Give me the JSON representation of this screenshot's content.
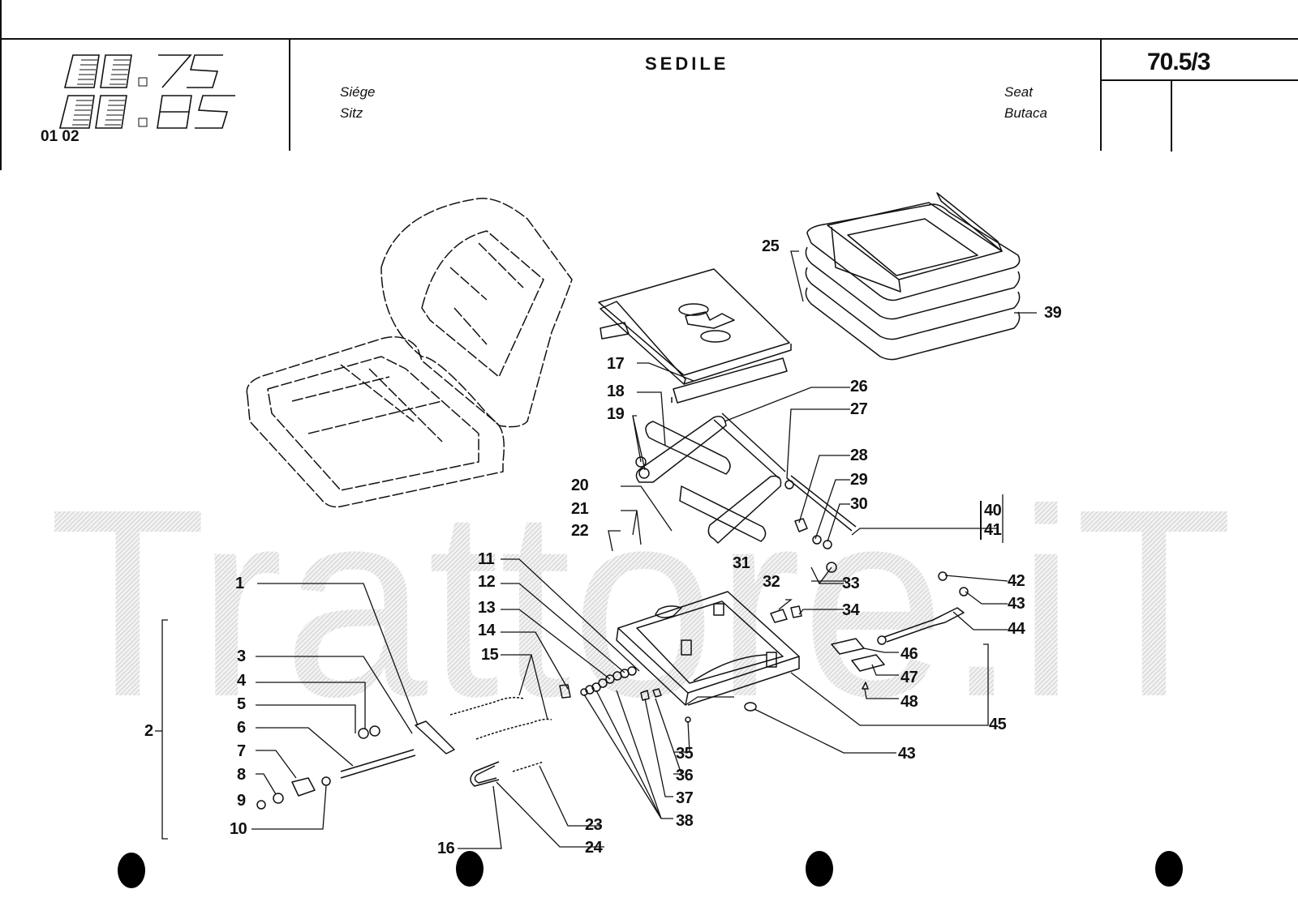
{
  "header": {
    "model_logo": {
      "rows": [
        {
          "series": "80",
          "model": "75"
        },
        {
          "series": "80",
          "model": "85"
        }
      ],
      "variant_codes": "01 02"
    },
    "title": "SEDILE",
    "translations": {
      "french": "Siége",
      "german": "Sitz",
      "english": "Seat",
      "spanish": "Butaca"
    },
    "page_number": "70.5/3"
  },
  "watermark": "Trattore.iT",
  "diagram": {
    "description": "Exploded view of tractor seat assembly",
    "callouts": [
      "1",
      "2",
      "3",
      "4",
      "5",
      "6",
      "7",
      "8",
      "9",
      "10",
      "11",
      "12",
      "13",
      "14",
      "15",
      "16",
      "17",
      "18",
      "19",
      "20",
      "21",
      "22",
      "23",
      "24",
      "25",
      "26",
      "27",
      "28",
      "29",
      "30",
      "31",
      "32",
      "33",
      "34",
      "35",
      "36",
      "37",
      "38",
      "39",
      "40",
      "41",
      "42",
      "43",
      "44",
      "45",
      "46",
      "47",
      "48",
      "43"
    ]
  },
  "binder_holes": 4
}
